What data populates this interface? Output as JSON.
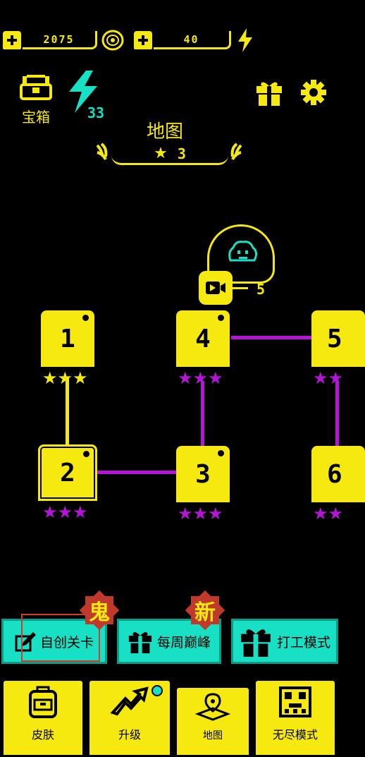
{
  "currency": {
    "coins": "2075",
    "energy": "40"
  },
  "header": {
    "chest_label": "宝箱",
    "lightning_count": "33",
    "map_title": "地图",
    "map_stars": "3"
  },
  "video_reward": {
    "count": "5"
  },
  "levels": [
    {
      "id": "1",
      "stars": "★★★",
      "star_color": "gold"
    },
    {
      "id": "2",
      "stars": "★★★",
      "star_color": "purple"
    },
    {
      "id": "3",
      "stars": "★★★",
      "star_color": "purple"
    },
    {
      "id": "4",
      "stars": "★★★",
      "star_color": "purple"
    },
    {
      "id": "5",
      "stars": "★★",
      "star_color": "purple"
    },
    {
      "id": "6",
      "stars": "★★",
      "star_color": "purple"
    }
  ],
  "modes": [
    {
      "label": "自创关卡",
      "badge": "鬼"
    },
    {
      "label": "每周巅峰",
      "badge": "新"
    },
    {
      "label": "打工模式",
      "badge": ""
    }
  ],
  "tabs": [
    {
      "label": "皮肤"
    },
    {
      "label": "升级"
    },
    {
      "label": "地图"
    },
    {
      "label": "无尽模式"
    }
  ],
  "colors": {
    "yellow": "#f5e90f",
    "purple": "#b514d9",
    "teal": "#17e0c4",
    "badge_red": "#c0392b"
  }
}
